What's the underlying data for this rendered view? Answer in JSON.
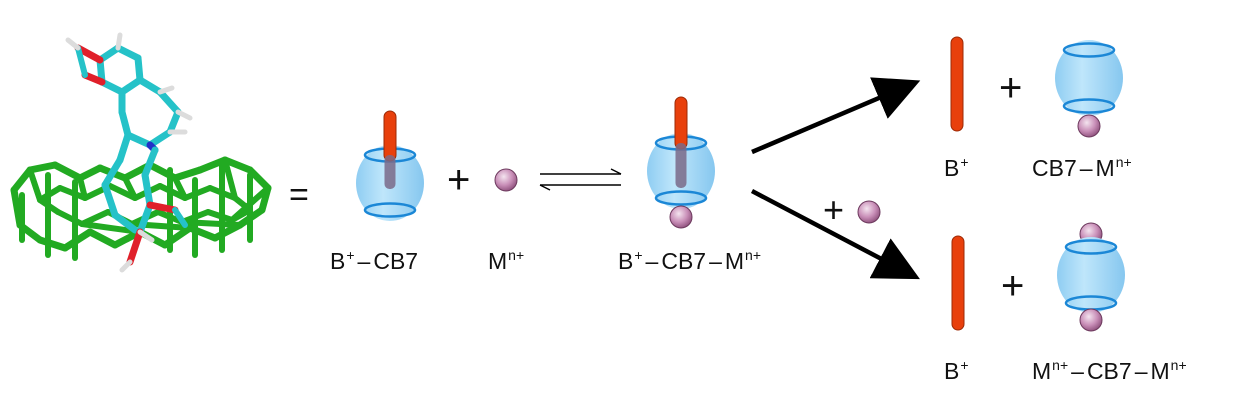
{
  "operators": {
    "equals": "=",
    "plus": "+"
  },
  "labels": {
    "host_guest": {
      "a": "B",
      "a_sup": "+",
      "dash": "–",
      "b": "CB7"
    },
    "metal": {
      "a": "M",
      "a_sup": "n+"
    },
    "ternary": {
      "a": "B",
      "a_sup": "+",
      "dash1": "–",
      "b": "CB7",
      "dash2": "–",
      "c": "M",
      "c_sup": "n+"
    },
    "top_guest": {
      "a": "B",
      "a_sup": "+"
    },
    "top_complex": {
      "a": "CB7",
      "dash": "–",
      "b": "M",
      "b_sup": "n+"
    },
    "bottom_guest": {
      "a": "B",
      "a_sup": "+"
    },
    "bottom_complex": {
      "a": "M",
      "a_sup": "n+",
      "dash1": "–",
      "b": "CB7",
      "dash2": "–",
      "c": "M",
      "c_sup": "n+"
    }
  },
  "colors": {
    "guest_rod": "#e8400c",
    "host_body": "#9fd6f5",
    "host_rim": "#1b87d6",
    "metal_ion": "#c890b8",
    "carbon_host": "#22aa22",
    "carbon_guest": "#25c2c8",
    "oxygen": "#e0202a",
    "nitrogen": "#2330c8",
    "hydrogen": "#dcdcdc",
    "arrow": "#000000"
  }
}
